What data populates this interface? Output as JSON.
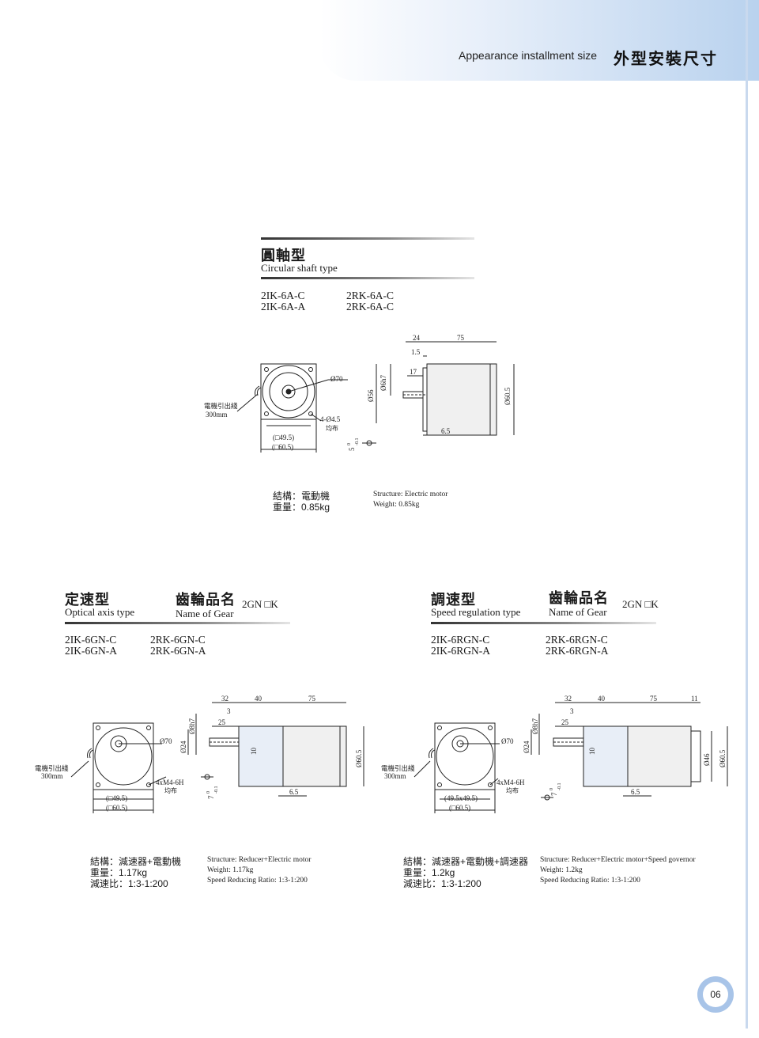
{
  "header": {
    "title_en": "Appearance installment size",
    "title_zh": "外型安裝尺寸"
  },
  "page_number": "06",
  "circular": {
    "title_zh": "圓軸型",
    "title_en": "Circular shaft type",
    "models_left": [
      "2IK-6A-C",
      "2IK-6A-A"
    ],
    "models_right": [
      "2RK-6A-C",
      "2RK-6A-C"
    ],
    "front": {
      "dia_outer": "Ø70",
      "holes": "4-Ø4.5",
      "holes_note": "均布",
      "lead_wire": "電機引出綫",
      "lead_length": "300mm",
      "sq_inner": "(□49.5)",
      "sq_outer": "(□60.5)",
      "key_tol": "5",
      "key_tol_upper": "0",
      "key_tol_lower": "-0.1"
    },
    "side": {
      "d24": "24",
      "d75": "75",
      "d1_5": "1.5",
      "d17": "17",
      "d6h7": "Ø6h7",
      "d56": "Ø56",
      "d60_5": "Ø60.5",
      "d6_5": "6.5"
    },
    "structure_zh": "結構：電動機",
    "weight_zh": "重量：0.85kg",
    "structure_en": "Structure: Electric motor",
    "weight_en": "Weight: 0.85kg"
  },
  "optical": {
    "title_zh": "定速型",
    "title_en": "Optical axis type",
    "gear_zh": "齒輪品名",
    "gear_en": "Name of Gear",
    "gear_code": "2GN □K",
    "models_left": [
      "2IK-6GN-C",
      "2IK-6GN-A"
    ],
    "models_right": [
      "2RK-6GN-C",
      "2RK-6GN-A"
    ],
    "front": {
      "dia_outer": "Ø70",
      "holes": "4xM4-6H",
      "holes_note": "均布",
      "lead_wire": "電機引出綫",
      "lead_length": "300mm",
      "sq_inner": "(□49.5)",
      "sq_outer": "(□60.5)",
      "key_tol": "7",
      "key_tol_upper": "0",
      "key_tol_lower": "-0.1"
    },
    "side": {
      "d32": "32",
      "d40": "40",
      "d75": "75",
      "d3": "3",
      "d25": "25",
      "d8h7": "Ø8h7",
      "d24": "Ø24",
      "d10": "10",
      "d60_5": "Ø60.5",
      "d6_5": "6.5"
    },
    "structure_zh": "結構：減速器+電動機",
    "weight_zh": "重量：1.17kg",
    "ratio_zh": "減速比：1:3-1:200",
    "structure_en": "Structure: Reducer+Electric motor",
    "weight_en": "Weight: 1.17kg",
    "ratio_en": "Speed Reducing Ratio: 1:3-1:200"
  },
  "speed": {
    "title_zh": "調速型",
    "title_en": "Speed regulation type",
    "gear_zh": "齒輪品名",
    "gear_en": "Name of Gear",
    "gear_code": "2GN □K",
    "models_left": [
      "2IK-6RGN-C",
      "2IK-6RGN-A"
    ],
    "models_right": [
      "2RK-6RGN-C",
      "2RK-6RGN-A"
    ],
    "front": {
      "dia_outer": "Ø70",
      "holes": "4xM4-6H",
      "holes_note": "均布",
      "lead_wire": "電機引出綫",
      "lead_length": "300mm",
      "sq_inner": "(49.5x49.5)",
      "sq_outer": "(□60.5)",
      "key_tol": "7",
      "key_tol_upper": "0",
      "key_tol_lower": "-0.1"
    },
    "side": {
      "d32": "32",
      "d40": "40",
      "d75": "75",
      "d11": "11",
      "d3": "3",
      "d25": "25",
      "d8h7": "Ø8h7",
      "d24": "Ø24",
      "d10": "10",
      "d46": "Ø46",
      "d60_5": "Ø60.5",
      "d6_5": "6.5"
    },
    "structure_zh": "結構：減速器+電動機+調速器",
    "weight_zh": "重量：1.2kg",
    "ratio_zh": "減速比：1:3-1:200",
    "structure_en": "Structure: Reducer+Electric motor+Speed governor",
    "weight_en": "Weight: 1.2kg",
    "ratio_en": "Speed Reducing Ratio: 1:3-1:200"
  }
}
